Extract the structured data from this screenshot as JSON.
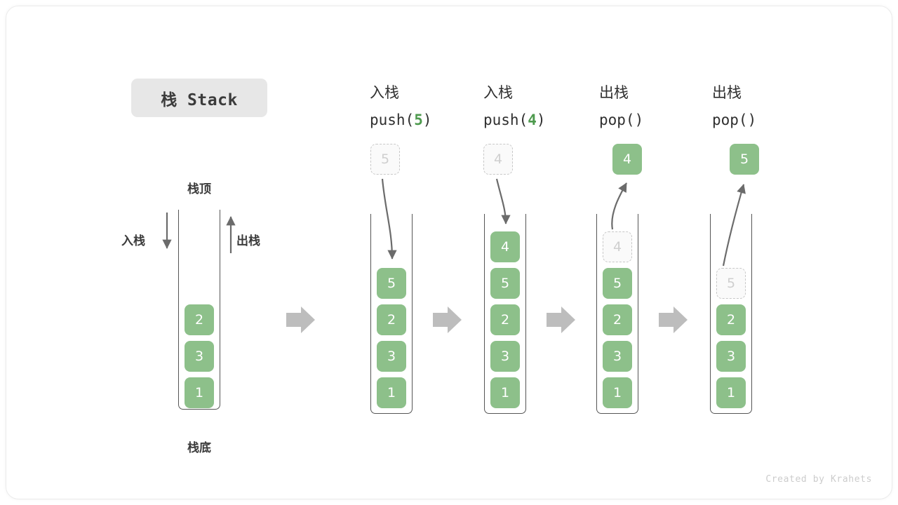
{
  "title": {
    "text": "栈 Stack"
  },
  "labels": {
    "top": "栈顶",
    "bottom": "栈底",
    "push_side": "入栈",
    "pop_side": "出栈"
  },
  "footer": {
    "credit": "Created by Krahets"
  },
  "colors": {
    "element_green": "#8dc08a",
    "arg_green": "#4e9a4e",
    "ghost_gray": "#cfcfcf",
    "arrow_gray": "#b8b8b8",
    "stroke_dark": "#555555",
    "pill_bg": "#e7e7e7"
  },
  "columns": [
    {
      "id": "initial",
      "op_cjk": "",
      "op_code": "",
      "op_arg": "",
      "floating": null,
      "cells": [
        "2",
        "3",
        "1"
      ],
      "ghost_index": -1
    },
    {
      "id": "push-5",
      "op_cjk": "入栈",
      "op_code_pre": "push(",
      "op_arg": "5",
      "op_code_post": ")",
      "floating": {
        "value": "5",
        "style": "ghost"
      },
      "cells": [
        "5",
        "2",
        "3",
        "1"
      ],
      "ghost_index": -1
    },
    {
      "id": "push-4",
      "op_cjk": "入栈",
      "op_code_pre": "push(",
      "op_arg": "4",
      "op_code_post": ")",
      "floating": {
        "value": "4",
        "style": "ghost"
      },
      "cells": [
        "4",
        "5",
        "2",
        "3",
        "1"
      ],
      "ghost_index": -1
    },
    {
      "id": "pop-4",
      "op_cjk": "出栈",
      "op_code_pre": "pop(",
      "op_arg": "",
      "op_code_post": ")",
      "floating": {
        "value": "4",
        "style": "solid"
      },
      "cells": [
        "4",
        "5",
        "2",
        "3",
        "1"
      ],
      "ghost_index": 0
    },
    {
      "id": "pop-5",
      "op_cjk": "出栈",
      "op_code_pre": "pop(",
      "op_arg": "",
      "op_code_post": ")",
      "floating": {
        "value": "5",
        "style": "solid"
      },
      "cells": [
        "5",
        "2",
        "3",
        "1"
      ],
      "ghost_index": 0
    }
  ],
  "flow_arrows": 4
}
